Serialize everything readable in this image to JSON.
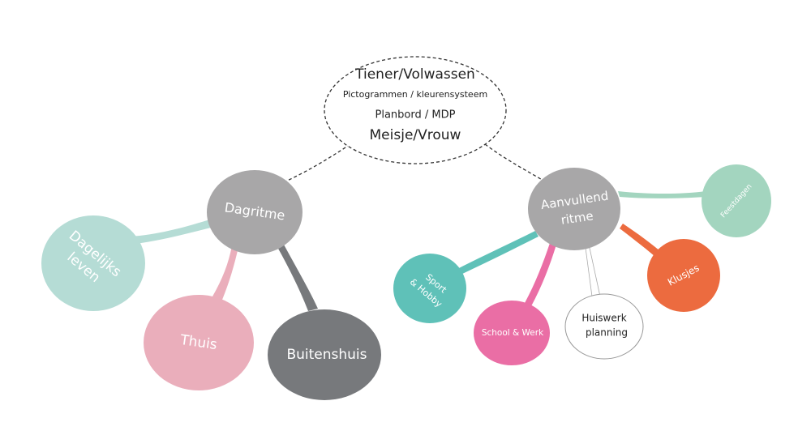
{
  "center": {
    "lines": [
      "Tiener/Volwassen",
      "Pictogrammen / kleurensysteem",
      "Planbord / MDP",
      "Meisje/Vrouw"
    ]
  },
  "branches": {
    "dagritme": {
      "label": "Dagritme",
      "children": {
        "dagelijks": {
          "lines": [
            "Dagelijks",
            "leven"
          ]
        },
        "thuis": {
          "label": "Thuis"
        },
        "buitenshuis": {
          "label": "Buitenshuis"
        }
      }
    },
    "aanvullend": {
      "lines": [
        "Aanvullend",
        "ritme"
      ],
      "children": {
        "sport": {
          "lines": [
            "Sport",
            "& Hobby"
          ]
        },
        "school": {
          "label": "School & Werk"
        },
        "huiswerk": {
          "lines": [
            "Huiswerk",
            "planning"
          ]
        },
        "klusjes": {
          "label": "Klusjes"
        },
        "feestdagen": {
          "label": "Feestdagen"
        }
      }
    }
  },
  "colors": {
    "hub": "#a8a7a8",
    "mint": "#b5dcd5",
    "pink": "#eaaebb",
    "dark_grey": "#77797c",
    "teal": "#5fc1b8",
    "magenta": "#ea6ea5",
    "orange": "#ec6b3f",
    "light_green": "#a3d5bf",
    "outline": "#999999"
  }
}
